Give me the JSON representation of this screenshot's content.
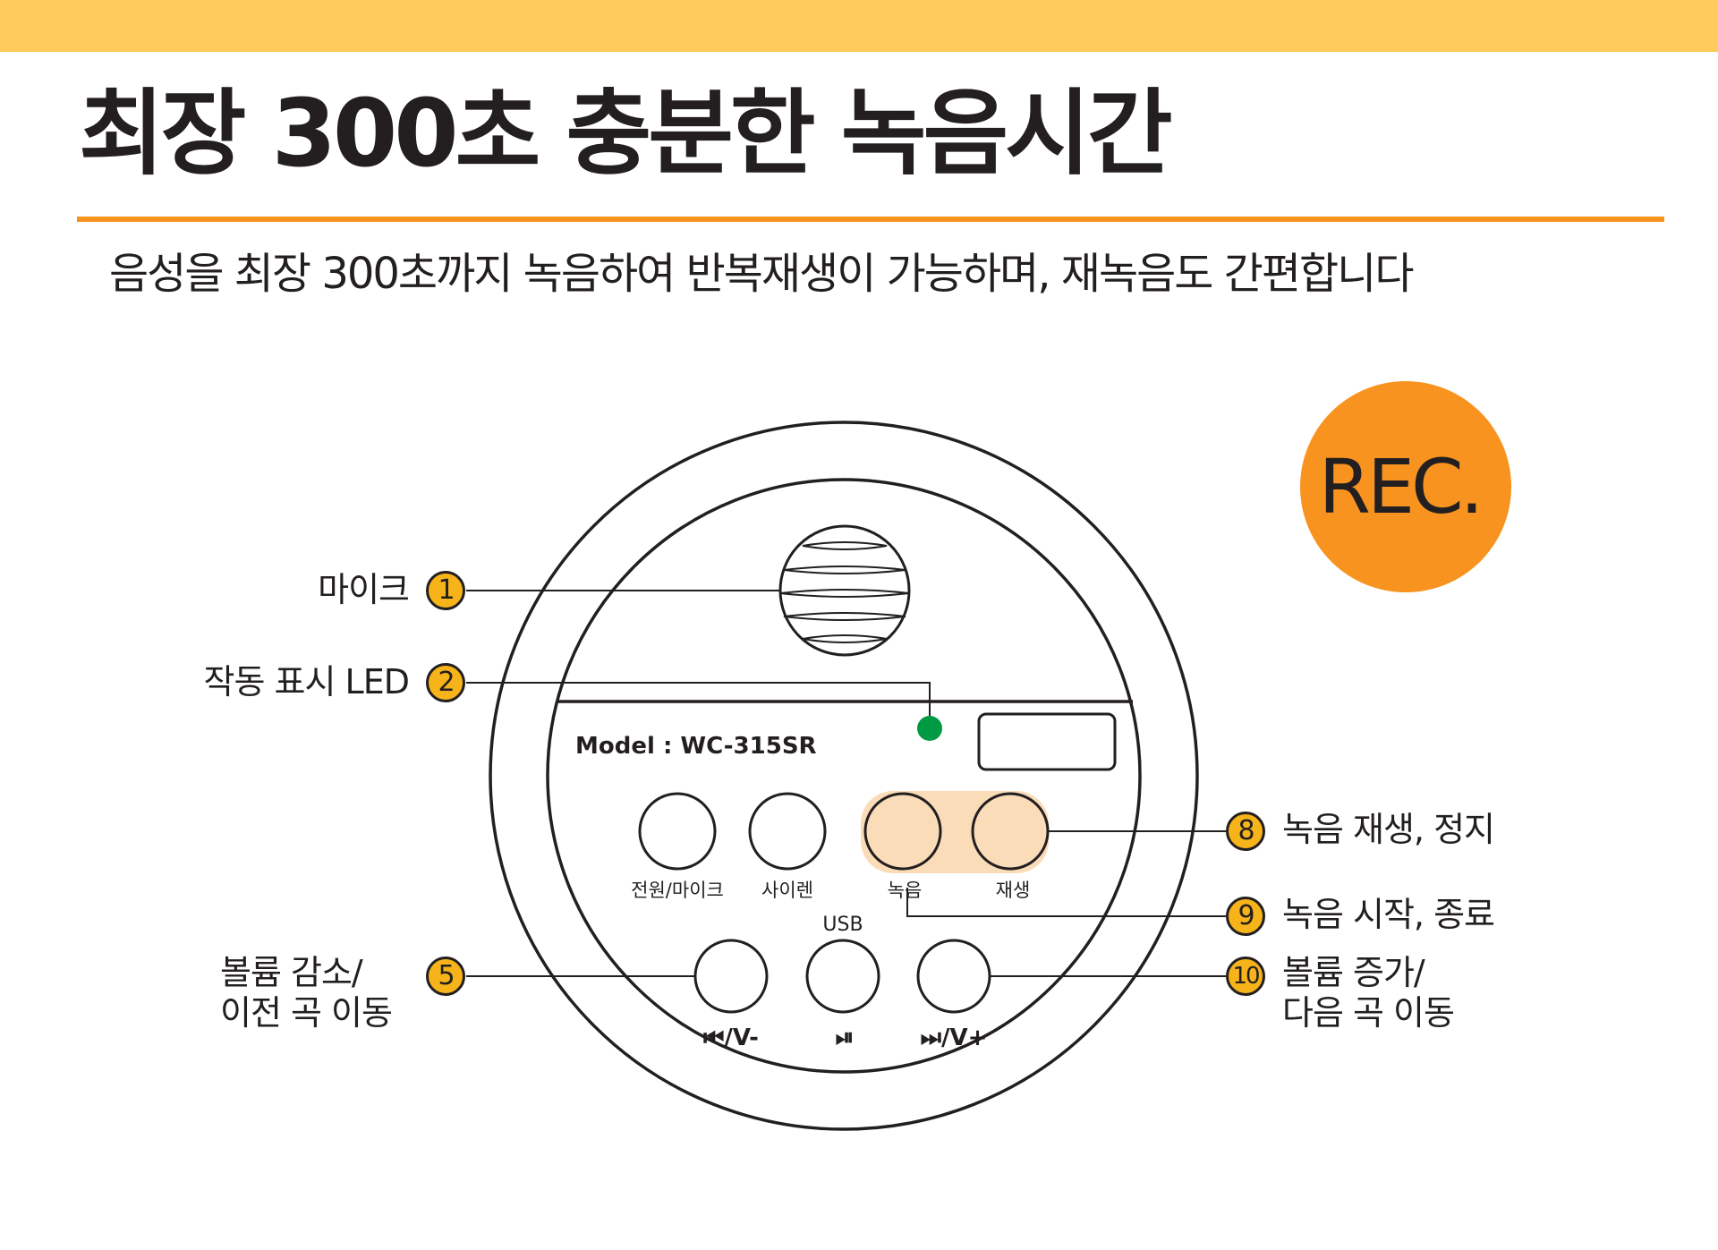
{
  "title": "최장 300초 충분한 녹음시간",
  "subtitle": "음성을 최장 300초까지 녹음하여 반복재생이 가능하며, 재녹음도 간편합니다",
  "rec_badge": "REC.",
  "device": {
    "model": "Model : WC-315SR",
    "buttons": [
      {
        "label": "전원/마이크"
      },
      {
        "label": "사이렌"
      },
      {
        "label": "녹음"
      },
      {
        "label": "재생"
      }
    ],
    "usb": "USB",
    "prev_symbol": "⏮/V-",
    "play_symbol": "⏯",
    "next_symbol": "⏭/V+"
  },
  "callouts": [
    {
      "number": "1",
      "lines": [
        "마이크"
      ]
    },
    {
      "number": "2",
      "lines": [
        "작동 표시 LED"
      ]
    },
    {
      "number": "5",
      "lines": [
        "볼륨 감소/",
        "이전 곡 이동"
      ]
    },
    {
      "number": "8",
      "lines": [
        "녹음 재생, 정지"
      ]
    },
    {
      "number": "9",
      "lines": [
        "녹음 시작, 종료"
      ]
    },
    {
      "number": "10",
      "lines": [
        "볼륨 증가/",
        "다음 곡 이동"
      ]
    }
  ],
  "colors": {
    "top_bar": "#ffcb5a",
    "accent": "#f7931e",
    "badge": "#f6b41a",
    "highlight": "#fbdcb9",
    "led": "#009a44"
  }
}
